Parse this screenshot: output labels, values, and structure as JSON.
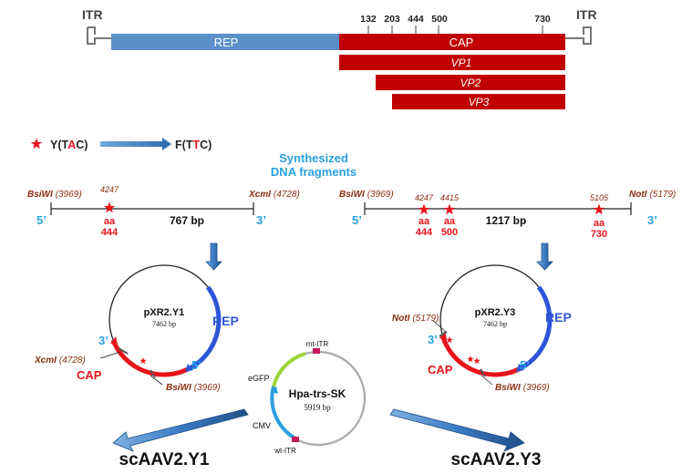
{
  "genome": {
    "itr_left": "ITR",
    "itr_right": "ITR",
    "rep": "REP",
    "cap": "CAP",
    "positions": [
      "132",
      "203",
      "444",
      "500",
      "730"
    ],
    "vp": [
      "VP1",
      "VP2",
      "VP3"
    ]
  },
  "legend": {
    "y_prefix": "Y(",
    "y_mid": "T",
    "y_hl": "A",
    "y_end": "C)",
    "f_prefix": "F(",
    "f_mid": "T",
    "f_hl": "T",
    "f_end": "C)"
  },
  "synth_title": [
    "Synthesized",
    "DNA fragments"
  ],
  "fragment1": {
    "site_left": "BsiWI",
    "site_left_pos": "(3969)",
    "site_right": "XcmI",
    "site_right_pos": "(4728)",
    "mut_pos": "4247",
    "mut_aa": "aa",
    "mut_num": "444",
    "length": "767 bp",
    "end5": "5’",
    "end3": "3’"
  },
  "fragment2": {
    "site_left": "BsiWI",
    "site_left_pos": "(3969)",
    "site_right": "NotI",
    "site_right_pos": "(5179)",
    "mut_pos": [
      "4247",
      "4415",
      "5105"
    ],
    "mut_aa": "aa",
    "mut_num": [
      "444",
      "500",
      "730"
    ],
    "length": "1217 bp",
    "end5": "5’",
    "end3": "3’"
  },
  "plasmid1": {
    "name": "pXR2.Y1",
    "size": "7462 bp",
    "rep": "REP",
    "cap": "CAP",
    "end3": "3’",
    "end5": "5’",
    "site_a": "XcmI",
    "site_a_pos": "(4728)",
    "site_b": "BsiWI",
    "site_b_pos": "(3969)"
  },
  "plasmid2": {
    "name": "pXR2.Y3",
    "size": "7462 bp",
    "rep": "REP",
    "cap": "CAP",
    "end3": "3’",
    "end5": "5’",
    "site_a": "NotI",
    "site_a_pos": "(5179)",
    "site_b": "BsiWI",
    "site_b_pos": "(3969)"
  },
  "helper": {
    "name": "Hpa-trs-SK",
    "size": "5919 bp",
    "mt_itr": "mt-ITR",
    "wt_itr": "wt-ITR",
    "egfp": "eGFP",
    "cmv": "CMV"
  },
  "products": [
    "scAAV2.Y1",
    "scAAV2.Y3"
  ],
  "colors": {
    "rep_bar": "#5b8fc9",
    "cap_bar": "#c00000",
    "cap_arc": "#e8141c",
    "rep_arc": "#2d55d8",
    "site_text": "#8b2d0f",
    "end_text": "#2aa0e0",
    "synth_text": "#2aa0e0",
    "arrow": "#2e6aa8",
    "egfp": "#9ed43c",
    "cmv": "#2aa0e0",
    "itr_mark": "#c0185a"
  }
}
